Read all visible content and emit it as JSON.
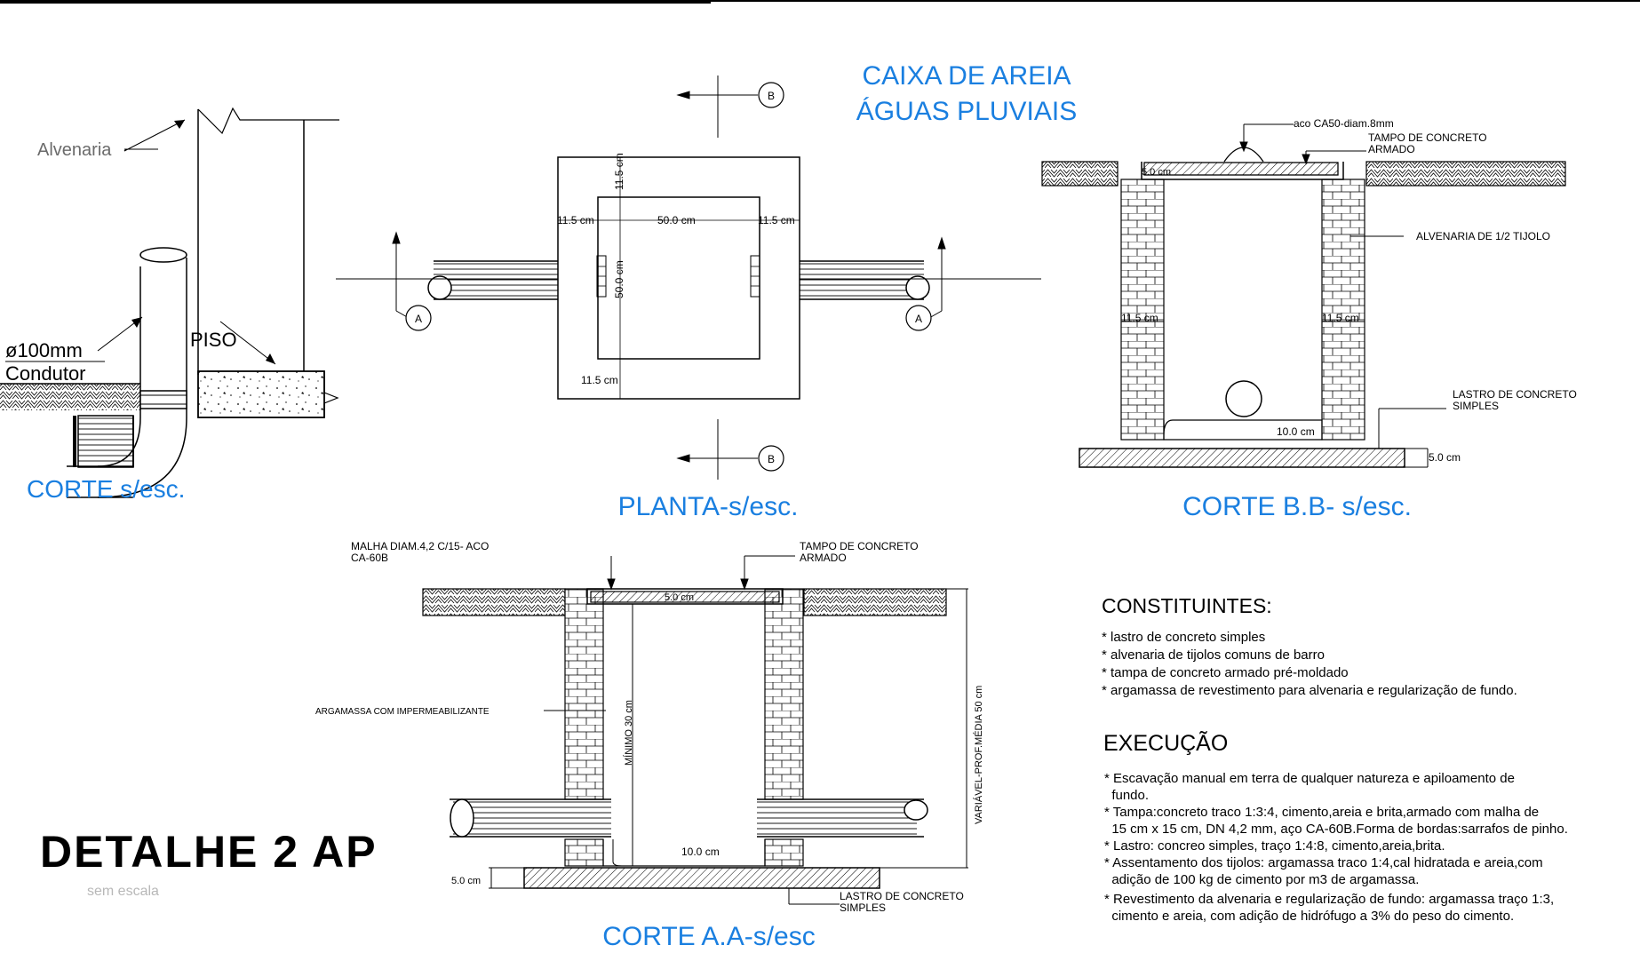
{
  "title": {
    "line1": "CAIXA DE AREIA",
    "line2": "ÁGUAS PLUVIAIS"
  },
  "views": {
    "corte": "CORTE  s/esc.",
    "planta": "PLANTA-s/esc.",
    "corte_bb": "CORTE B.B- s/esc.",
    "corte_aa": "CORTE A.A-s/esc"
  },
  "detail": {
    "name": "DETALHE 2 AP",
    "scale_note": "sem escala"
  },
  "corte_left": {
    "alvenaria": "Alvenaria",
    "diameter": "ø100mm",
    "condutor": "Condutor",
    "piso": "PISO"
  },
  "planta": {
    "dim_wall_top": "11.5 cm",
    "dim_wall_left": "11.5 cm",
    "dim_inner_width": "50.0 cm",
    "dim_wall_right": "11.5 cm",
    "dim_inner_height": "50.0 cm",
    "dim_wall_bottom": "11.5 cm",
    "cut_a": "A",
    "cut_b": "B"
  },
  "corte_bb": {
    "aco": "aco CA50-diam.8mm",
    "tampo_1": "TAMPO DE CONCRETO",
    "tampo_2": "ARMADO",
    "tampo_dim": "5.0 cm",
    "alvenaria": "ALVENARIA DE 1/2 TIJOLO",
    "wall_left": "11.5 cm",
    "wall_right": "11.5 cm",
    "lastro_1": "LASTRO DE CONCRETO",
    "lastro_2": "SIMPLES",
    "fundo": "10.0 cm",
    "lastro_dim": "5.0 cm"
  },
  "corte_aa": {
    "malha_1": "MALHA DIAM.4,2 C/15- ACO",
    "malha_2": "CA-60B",
    "tampo_1": "TAMPO DE  CONCRETO",
    "tampo_2": "ARMADO",
    "tampo_dim": "5.0 cm",
    "argamassa": "ARGAMASSA COM IMPERMEABILIZANTE",
    "minimo": "MÍNIMO 30 cm",
    "variavel": "VARIÁVEL-PROF.MÉDIA 50 cm",
    "fundo": "10.0 cm",
    "lastro_dim": "5.0 cm",
    "lastro_1": "LASTRO DE CONCRETO",
    "lastro_2": "SIMPLES"
  },
  "constituintes": {
    "heading": "CONSTITUINTES:",
    "items": [
      "* lastro de concreto simples",
      "* alvenaria de tijolos comuns de barro",
      "* tampa de concreto armado pré-moldado",
      "* argamassa de revestimento para alvenaria e regularização de fundo."
    ]
  },
  "execucao": {
    "heading": "EXECUÇÃO",
    "lines": [
      "* Escavação manual em terra de qualquer natureza e apiloamento de",
      "  fundo.",
      "* Tampa:concreto traco 1:3:4, cimento,areia e brita,armado com malha de",
      "  15 cm x 15 cm, DN 4,2 mm, aço CA-60B.Forma de bordas:sarrafos de pinho.",
      "* Lastro: concreo simples, traço 1:4:8, cimento,areia,brita.",
      "* Assentamento dos tijolos: argamassa traco 1:4,cal hidratada e areia,com",
      "  adição de 100 kg de cimento por m3 de argamassa.",
      "* Revestimento da alvenaria e regularização de fundo: argamassa traço 1:3,",
      "  cimento e areia, com adição de hidrófugo a 3% do peso do cimento."
    ]
  },
  "colors": {
    "title_blue": "#1a7fe0",
    "line": "#000000"
  }
}
